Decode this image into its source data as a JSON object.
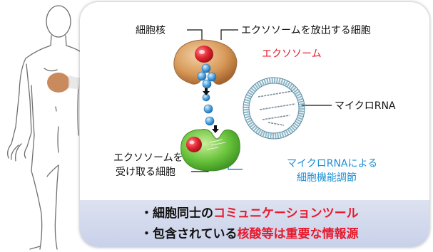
{
  "diagram": {
    "labels": {
      "nucleus": "細胞核",
      "releasing_cell": "エクソソームを放出する細胞",
      "exosome": "エクソソーム",
      "microrna": "マイクロRNA",
      "receiving_cell_line1": "エクソソームを",
      "receiving_cell_line2": "受け取る細胞",
      "regulation_line1": "マイクロRNAによる",
      "regulation_line2": "細胞機能調節"
    },
    "summary": {
      "line1_prefix": "・細胞同士の",
      "line1_highlight": "コミュニケーションツール",
      "line2_prefix": "・包含されている",
      "line2_highlight": "核酸等は重要な情報源"
    }
  },
  "colors": {
    "highlight_red": "#e8192c",
    "label_blue": "#1b8fd6",
    "releasing_cell": "#c98a4e",
    "receiving_cell": "#5fbf3a",
    "nucleus": "#d5262f",
    "exosome": "#3f8fd0",
    "footer_band": "#d3d9ee"
  }
}
